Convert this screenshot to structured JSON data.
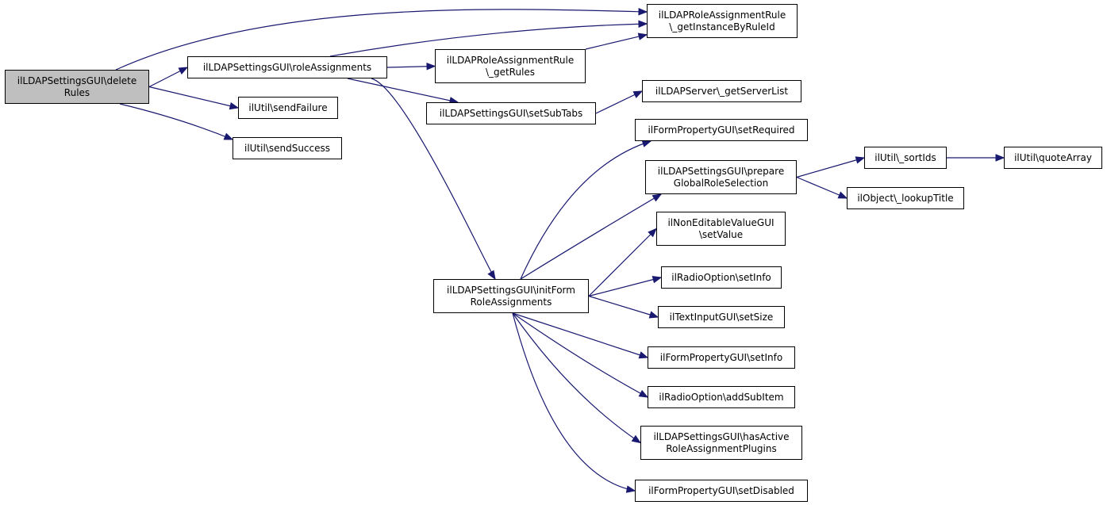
{
  "nodes": [
    {
      "id": "deleteRules",
      "label": "ilLDAPSettingsGUI\\delete\nRules",
      "root": true
    },
    {
      "id": "roleAssignments",
      "label": "ilLDAPSettingsGUI\\roleAssignments"
    },
    {
      "id": "sendFailure",
      "label": "ilUtil\\sendFailure"
    },
    {
      "id": "sendSuccess",
      "label": "ilUtil\\sendSuccess"
    },
    {
      "id": "getInstanceByRuleId",
      "label": "ilLDAPRoleAssignmentRule\n\\_getInstanceByRuleId"
    },
    {
      "id": "getRules",
      "label": "ilLDAPRoleAssignmentRule\n\\_getRules"
    },
    {
      "id": "setSubTabs",
      "label": "ilLDAPSettingsGUI\\setSubTabs"
    },
    {
      "id": "getServerList",
      "label": "ilLDAPServer\\_getServerList"
    },
    {
      "id": "initFormRoleAssignments",
      "label": "ilLDAPSettingsGUI\\initForm\nRoleAssignments"
    },
    {
      "id": "setRequired",
      "label": "ilFormPropertyGUI\\setRequired"
    },
    {
      "id": "prepareGlobalRoleSelection",
      "label": "ilLDAPSettingsGUI\\prepare\nGlobalRoleSelection"
    },
    {
      "id": "sortIds",
      "label": "ilUtil\\_sortIds"
    },
    {
      "id": "quoteArray",
      "label": "ilUtil\\quoteArray"
    },
    {
      "id": "lookupTitle",
      "label": "ilObject\\_lookupTitle"
    },
    {
      "id": "setValue",
      "label": "ilNonEditableValueGUI\n\\setValue"
    },
    {
      "id": "radioSetInfo",
      "label": "ilRadioOption\\setInfo"
    },
    {
      "id": "setSize",
      "label": "ilTextInputGUI\\setSize"
    },
    {
      "id": "formSetInfo",
      "label": "ilFormPropertyGUI\\setInfo"
    },
    {
      "id": "addSubItem",
      "label": "ilRadioOption\\addSubItem"
    },
    {
      "id": "hasActivePlugins",
      "label": "ilLDAPSettingsGUI\\hasActive\nRoleAssignmentPlugins"
    },
    {
      "id": "setDisabled",
      "label": "ilFormPropertyGUI\\setDisabled"
    }
  ],
  "edges": [
    [
      "deleteRules",
      "getInstanceByRuleId"
    ],
    [
      "deleteRules",
      "roleAssignments"
    ],
    [
      "deleteRules",
      "sendFailure"
    ],
    [
      "deleteRules",
      "sendSuccess"
    ],
    [
      "roleAssignments",
      "getInstanceByRuleId"
    ],
    [
      "roleAssignments",
      "getRules"
    ],
    [
      "roleAssignments",
      "setSubTabs"
    ],
    [
      "roleAssignments",
      "initFormRoleAssignments"
    ],
    [
      "getRules",
      "getInstanceByRuleId"
    ],
    [
      "setSubTabs",
      "getServerList"
    ],
    [
      "initFormRoleAssignments",
      "setRequired"
    ],
    [
      "initFormRoleAssignments",
      "prepareGlobalRoleSelection"
    ],
    [
      "initFormRoleAssignments",
      "setValue"
    ],
    [
      "initFormRoleAssignments",
      "radioSetInfo"
    ],
    [
      "initFormRoleAssignments",
      "setSize"
    ],
    [
      "initFormRoleAssignments",
      "formSetInfo"
    ],
    [
      "initFormRoleAssignments",
      "addSubItem"
    ],
    [
      "initFormRoleAssignments",
      "hasActivePlugins"
    ],
    [
      "initFormRoleAssignments",
      "setDisabled"
    ],
    [
      "prepareGlobalRoleSelection",
      "sortIds"
    ],
    [
      "prepareGlobalRoleSelection",
      "lookupTitle"
    ],
    [
      "sortIds",
      "quoteArray"
    ]
  ]
}
